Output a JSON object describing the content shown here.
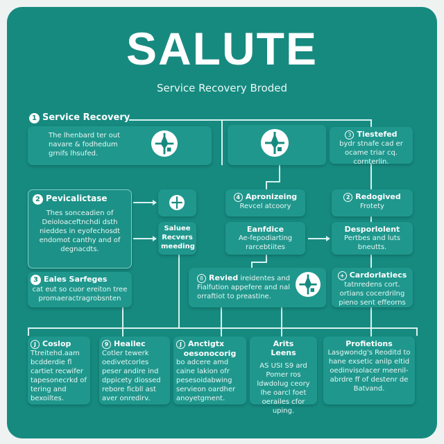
{
  "title": "SALUTE",
  "subtitle": "Service Recovery Broded",
  "s1": {
    "num": "1",
    "label": "Service Recovery",
    "text": "The lhenbard ter out navare & fodhedum grnifs lhsufed."
  },
  "s3top": {
    "num": "3",
    "label": "Tiestefed",
    "text": "bydr stnafe cad er ocame triar cq. cornterlin."
  },
  "s2": {
    "num": "2",
    "label": "Pevicalictase",
    "text": "Thes sonceadien of Deioloaceftnchdi dsth nieddes in eyofechosdt endomot canthy and of degnacdts."
  },
  "salute": {
    "text": "Saluee Recvers meeding"
  },
  "apron": {
    "label": "Apronizeing",
    "text": "Revcel atcoory"
  },
  "eanf": {
    "label": "Eanfdice",
    "text": "Ae-fepodiarting rarcebtiites"
  },
  "redog": {
    "label": "Redogived",
    "text": "Frotety"
  },
  "despo": {
    "label": "Desporlolent",
    "text": "Pertbes and luts bneutts."
  },
  "s3": {
    "num": "3",
    "label": "Eales Sarfeges",
    "text": "cat eut so cuor ereiton tree promaeractragrobsnten"
  },
  "revied": {
    "label": "Revied",
    "text": "ireidentes and Fialfution appefere and nal orraftiot to preastine."
  },
  "cardor": {
    "label": "Cardorlatiecs",
    "text": "tatnredens cort. ortians cocerdrilng pieno sent effeorns"
  },
  "bottom": [
    {
      "label": "Coslop",
      "text": "Ttreitehd.aam bcdderdie fl cartiet recwifer tapesonecrkd of tering and bexoiltes."
    },
    {
      "label": "Heailec",
      "text": "Cotler tewerk oedivetcorles peser andire ind dppicety diossed rebore ficbll ast aver onredirv."
    },
    {
      "label": "Anctigtx",
      "sub": "oesonocorig",
      "text": "bo adcere amd caine lakion ofr pesesoidabwing servieon oardher anoyetgment."
    },
    {
      "label": "Arits",
      "sub": "Leens",
      "text": "AS USI S9 ard Pomer ros ldwdolug ceory lhe oarcl foet oerailes cfor uping."
    },
    {
      "label": "Profietions",
      "text": "Lasgwondg's Reoditd to hane exsetic anilp eltid oedinvisolacer meenil-abrdre ff of destenr de Batvand."
    }
  ],
  "colors": {
    "background": "#178a80",
    "box": "#1f978d",
    "line": "#d8f3ef"
  },
  "icons": [
    "service-compass-icon"
  ]
}
